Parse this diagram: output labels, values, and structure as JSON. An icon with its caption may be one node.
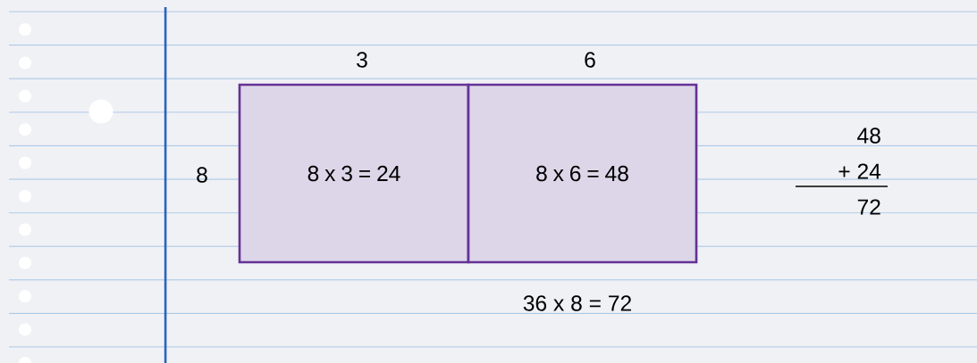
{
  "diagram": {
    "nodes": [
      {
        "text": [
          "8 x 3 = 24"
        ]
      },
      {
        "text": [
          "8 x 6 = 48"
        ]
      }
    ],
    "labels": [
      "3",
      "6",
      "8",
      "48",
      "+ 24",
      "72",
      "36 x 8 = 72"
    ]
  }
}
